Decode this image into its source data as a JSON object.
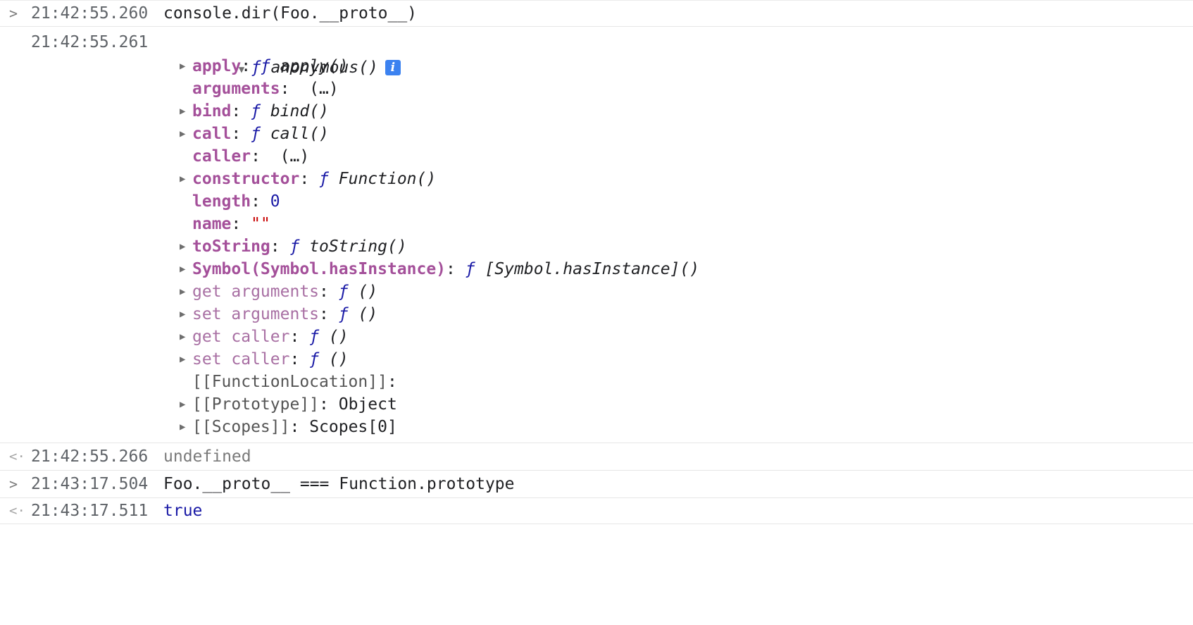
{
  "entries": [
    {
      "type": "input",
      "timestamp": "21:42:55.260",
      "prompt_icon": "chevron-right-icon",
      "text": "console.dir(Foo.__proto__)"
    },
    {
      "type": "log",
      "timestamp": "21:42:55.261",
      "header": {
        "f_symbol": "ƒ",
        "name": "anonymous()",
        "info_badge": "i"
      },
      "properties": [
        {
          "expandable": true,
          "key": "apply",
          "key_style": "own",
          "sep": ": ",
          "f": "ƒ",
          "value": "apply()"
        },
        {
          "expandable": false,
          "key": "arguments",
          "key_style": "own",
          "sep": ":  ",
          "f": "",
          "value": "(…)"
        },
        {
          "expandable": true,
          "key": "bind",
          "key_style": "own",
          "sep": ": ",
          "f": "ƒ",
          "value": "bind()"
        },
        {
          "expandable": true,
          "key": "call",
          "key_style": "own",
          "sep": ": ",
          "f": "ƒ",
          "value": "call()"
        },
        {
          "expandable": false,
          "key": "caller",
          "key_style": "own",
          "sep": ":  ",
          "f": "",
          "value": "(…)"
        },
        {
          "expandable": true,
          "key": "constructor",
          "key_style": "own",
          "sep": ": ",
          "f": "ƒ",
          "value": "Function()"
        },
        {
          "expandable": false,
          "key": "length",
          "key_style": "own",
          "sep": ": ",
          "f": "",
          "value": "0",
          "value_kind": "number"
        },
        {
          "expandable": false,
          "key": "name",
          "key_style": "own",
          "sep": ": ",
          "f": "",
          "value": "\"\"",
          "value_kind": "string"
        },
        {
          "expandable": true,
          "key": "toString",
          "key_style": "own",
          "sep": ": ",
          "f": "ƒ",
          "value": "toString()"
        },
        {
          "expandable": true,
          "key": "Symbol(Symbol.hasInstance)",
          "key_style": "own",
          "sep": ": ",
          "f": "ƒ",
          "value": "[Symbol.hasInstance]()"
        },
        {
          "expandable": true,
          "key": "get arguments",
          "key_style": "accessor",
          "sep": ": ",
          "f": "ƒ",
          "value": "()"
        },
        {
          "expandable": true,
          "key": "set arguments",
          "key_style": "accessor",
          "sep": ": ",
          "f": "ƒ",
          "value": "()"
        },
        {
          "expandable": true,
          "key": "get caller",
          "key_style": "accessor",
          "sep": ": ",
          "f": "ƒ",
          "value": "()"
        },
        {
          "expandable": true,
          "key": "set caller",
          "key_style": "accessor",
          "sep": ": ",
          "f": "ƒ",
          "value": "()"
        },
        {
          "expandable": false,
          "key": "[[FunctionLocation]]",
          "key_style": "internal",
          "sep": ":",
          "f": "",
          "value": ""
        },
        {
          "expandable": true,
          "key": "[[Prototype]]",
          "key_style": "internal",
          "sep": ": ",
          "f": "",
          "value": "Object",
          "value_kind": "plain"
        },
        {
          "expandable": true,
          "key": "[[Scopes]]",
          "key_style": "internal",
          "sep": ": ",
          "f": "",
          "value": "Scopes[0]",
          "value_kind": "plain"
        }
      ]
    },
    {
      "type": "result",
      "timestamp": "21:42:55.266",
      "prompt_icon": "return-arrow-icon",
      "text": "undefined"
    },
    {
      "type": "input",
      "timestamp": "21:43:17.504",
      "prompt_icon": "chevron-right-icon",
      "text": "Foo.__proto__ === Function.prototype"
    },
    {
      "type": "result",
      "timestamp": "21:43:17.511",
      "prompt_icon": "return-arrow-icon",
      "text": "true"
    }
  ],
  "colors": {
    "own_key": "#a4509a",
    "accessor_key": "#a86fa3",
    "internal_key": "#555555",
    "function_symbol": "#1a1aa6",
    "number": "#1a1aa6",
    "string": "#c80000",
    "info_badge": "#3c82f0"
  }
}
